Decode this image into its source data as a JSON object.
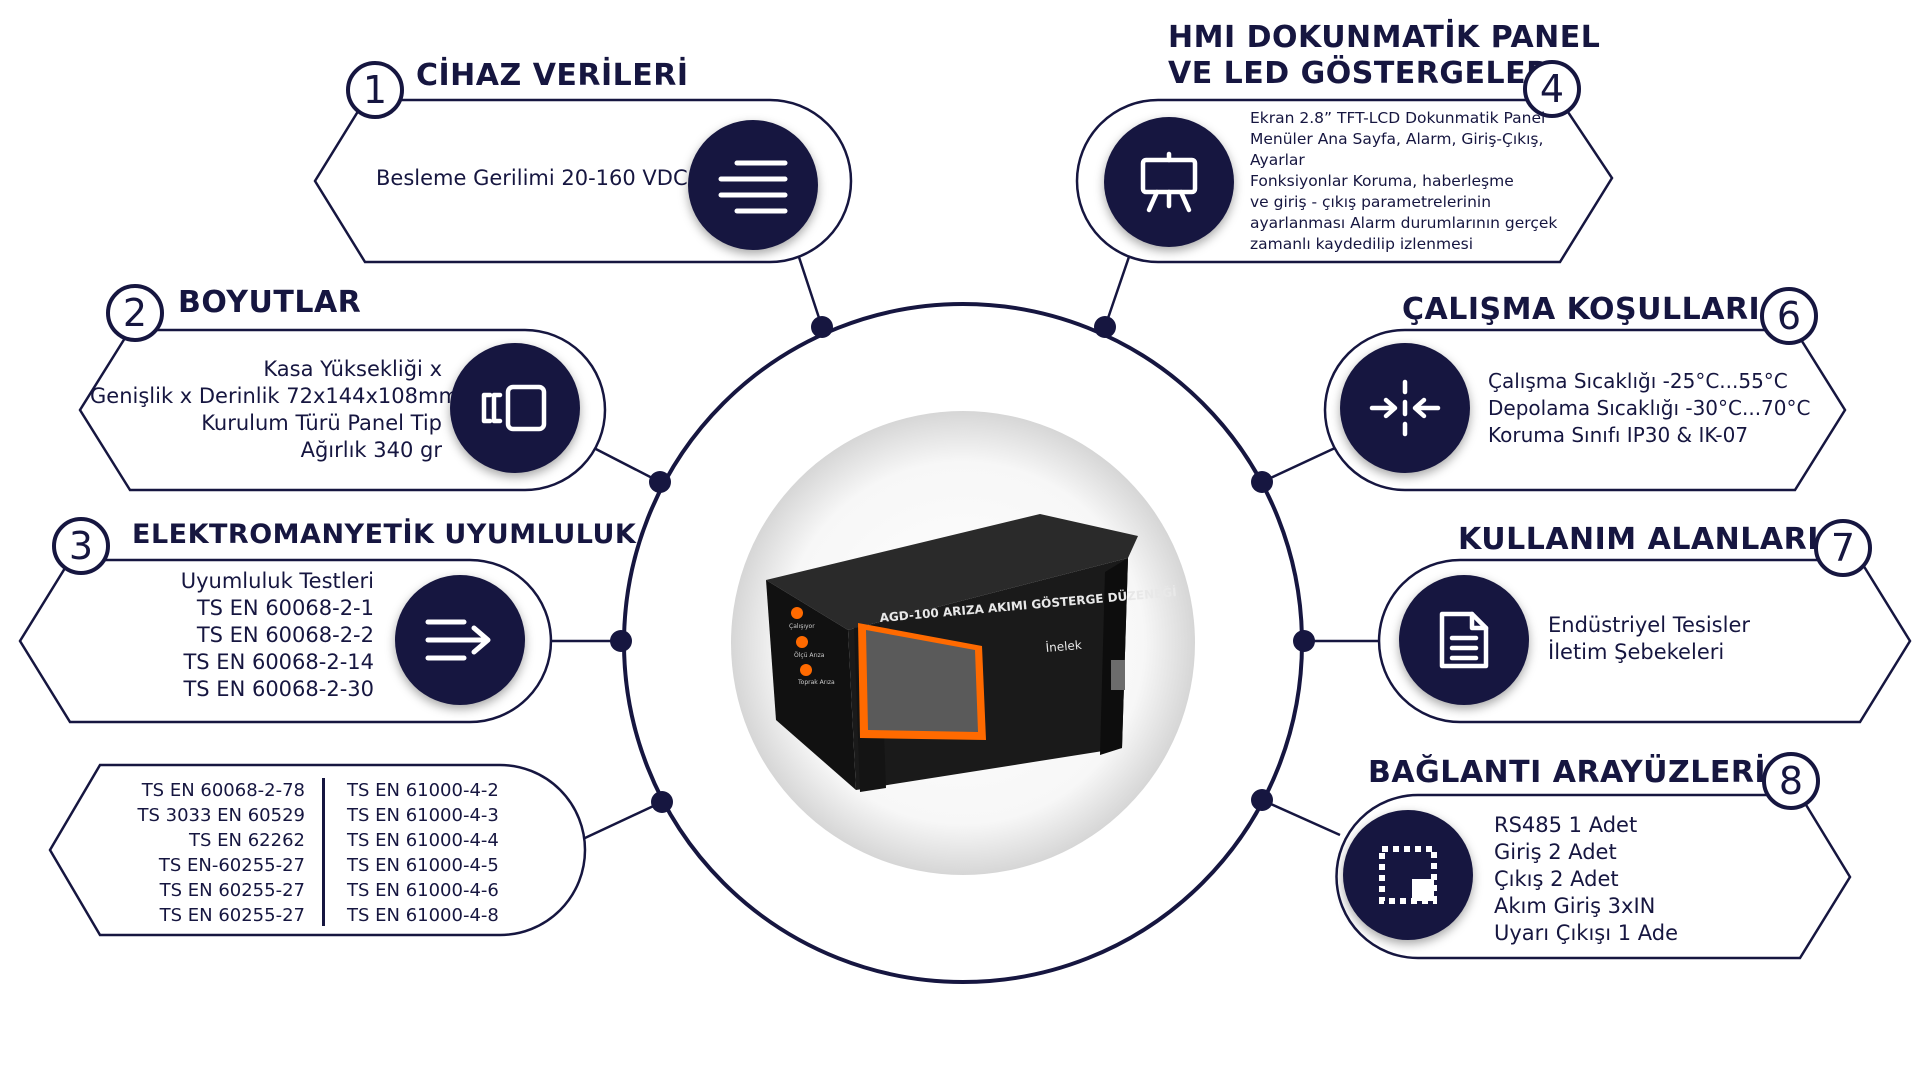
{
  "colors": {
    "navy": "#161640",
    "panel_bg": "#ffffff",
    "device_body": "#1c1c1c",
    "screen_accent": "#ff6a00"
  },
  "sections": {
    "s1": {
      "number": "1",
      "title": "CİHAZ VERİLERİ",
      "lines": [
        "Besleme Gerilimi 20-160 VDC"
      ],
      "icon": "align-right-lines-icon"
    },
    "s2": {
      "number": "2",
      "title": "BOYUTLAR",
      "lines": [
        "Kasa Yüksekliği x",
        "Genişlik x Derinlik 72x144x108mm",
        "Kurulum Türü Panel Tip",
        "Ağırlık 340 gr"
      ],
      "icon": "dimension-box-icon"
    },
    "s3": {
      "number": "3",
      "title": "ELEKTROMANYETİK UYUMLULUK",
      "lines": [
        "Uyumluluk Testleri",
        "TS EN 60068-2-1",
        "TS EN 60068-2-2",
        "TS EN 60068-2-14",
        "TS EN 60068-2-30"
      ],
      "icon": "arrow-lines-icon"
    },
    "s4": {
      "number": "4",
      "title_lines": [
        "HMI DOKUNMATİK PANEL",
        "VE LED GÖSTERGELER"
      ],
      "lines": [
        "Ekran 2.8” TFT-LCD Dokunmatik Panel",
        "Menüler Ana Sayfa, Alarm, Giriş-Çıkış,",
        "Ayarlar",
        "Fonksiyonlar Koruma, haberleşme",
        "ve giriş - çıkış parametrelerinin",
        "ayarlanması Alarm durumlarının gerçek",
        "zamanlı kaydedilip izlenmesi"
      ],
      "icon": "presentation-board-icon"
    },
    "s6": {
      "number": "6",
      "title": "ÇALIŞMA KOŞULLARI",
      "lines": [
        "Çalışma Sıcaklığı -25°C...55°C",
        "Depolama Sıcaklığı -30°C...70°C",
        "Koruma Sınıfı IP30 & IK-07"
      ],
      "icon": "compress-arrows-icon"
    },
    "s7": {
      "number": "7",
      "title": "KULLANIM ALANLARI",
      "lines": [
        "Endüstriyel Tesisler",
        "İletim Şebekeleri"
      ],
      "icon": "document-icon"
    },
    "s8": {
      "number": "8",
      "title": "BAĞLANTI ARAYÜZLERİ",
      "lines": [
        "RS485 1 Adet",
        "Giriş 2 Adet",
        "Çıkış 2 Adet",
        "Akım Giriş 3xIN",
        "Uyarı Çıkışı 1 Ade"
      ],
      "icon": "connection-frame-icon"
    },
    "standards": {
      "left": [
        "TS EN 60068-2-78",
        "TS 3033 EN 60529",
        "TS EN 62262",
        "TS EN-60255-27",
        "TS EN 60255-27",
        "TS EN 60255-27"
      ],
      "right": [
        "TS EN 61000-4-2",
        "TS EN 61000-4-3",
        "TS EN 61000-4-4",
        "TS EN 61000-4-5",
        "TS EN 61000-4-6",
        "TS EN 61000-4-8"
      ]
    }
  },
  "device": {
    "model_label": "AGD-100 ARIZA AKIMI GÖSTERGE DÜZENEĞİ",
    "brand": "İnelek",
    "led_labels": [
      "Çalışıyor",
      "Ölçü Arıza",
      "Toprak Arıza"
    ]
  }
}
